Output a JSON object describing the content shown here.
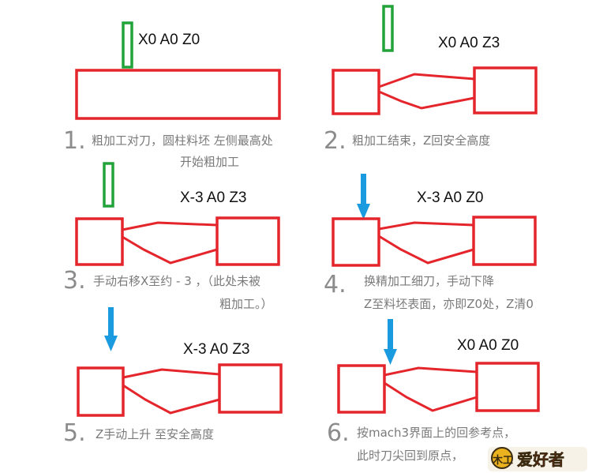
{
  "steps": [
    {
      "number": "1.",
      "coords": "X0 A0 Z0",
      "caption_line1": "粗加工对刀，圆柱料坯 左侧最高处",
      "caption_line2": "开始粗加工"
    },
    {
      "number": "2.",
      "coords": "X0 A0 Z3",
      "caption_line1": "粗加工结束，Z回安全高度",
      "caption_line2": ""
    },
    {
      "number": "3.",
      "coords": "X-3  A0 Z3",
      "caption_line1": "手动右移X至约 - 3 ，（此处未被",
      "caption_line2": "粗加工。）"
    },
    {
      "number": "4.",
      "coords": "X-3  A0 Z0",
      "caption_line1": "换精加工细刀，手动下降",
      "caption_line2": "Z至料坯表面，亦即Z0处，Z清0"
    },
    {
      "number": "5.",
      "coords": "X-3   A0 Z3",
      "caption_line1": "Z手动上升 至安全高度",
      "caption_line2": ""
    },
    {
      "number": "6.",
      "coords": "X0 A0 Z0",
      "caption_line1": "按mach3界面上的回参考点，",
      "caption_line2": "此时刀尖回到原点，"
    }
  ],
  "watermark": {
    "text": "爱好者",
    "emblem": "木工"
  },
  "colors": {
    "workpiece": "#e4262c",
    "rough_tool": "#22a33a",
    "finish_tool": "#1a9be0",
    "caption": "#7a7a7a"
  },
  "icons": {
    "rough_tool": "green-rectangle-tool",
    "finish_tool": "blue-arrow-tool"
  }
}
